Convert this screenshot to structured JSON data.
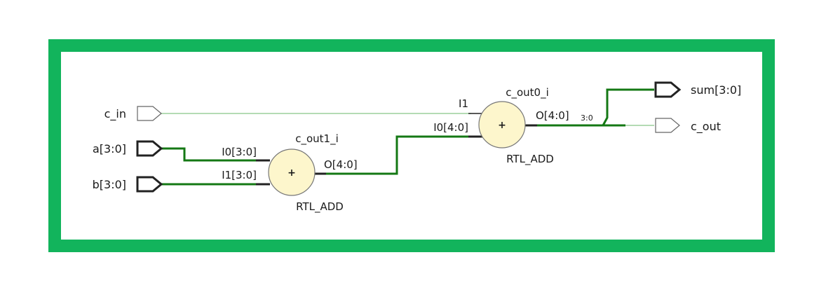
{
  "ports": {
    "c_in": "c_in",
    "a": "a[3:0]",
    "b": "b[3:0]",
    "sum": "sum[3:0]",
    "c_out": "c_out"
  },
  "cells": {
    "adder1": {
      "instance": "c_out1_i",
      "type": "RTL_ADD",
      "symbol": "+",
      "pin_i0": "I0[3:0]",
      "pin_i1": "I1[3:0]",
      "pin_o": "O[4:0]"
    },
    "adder0": {
      "instance": "c_out0_i",
      "type": "RTL_ADD",
      "symbol": "+",
      "pin_i0": "I0[4:0]",
      "pin_i1": "I1",
      "pin_o": "O[4:0]"
    }
  },
  "bus_slice_label": "3:0",
  "colors": {
    "frame": "#12b45c",
    "net": "#147814",
    "thin_net": "#9ccf9c",
    "adder_fill": "#fdf6cc",
    "port_stroke": "#222222"
  }
}
